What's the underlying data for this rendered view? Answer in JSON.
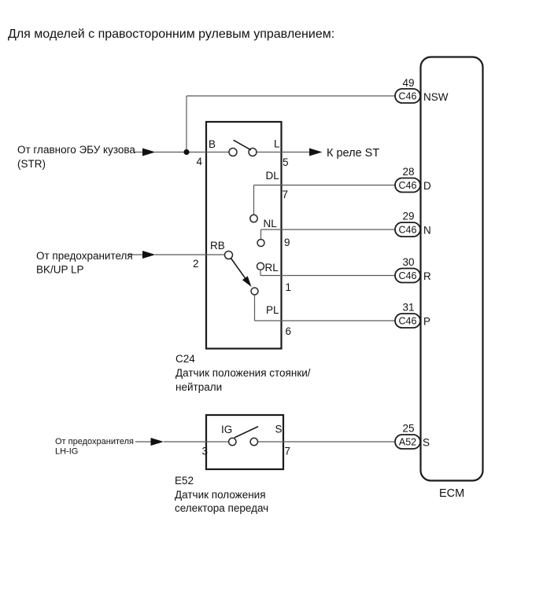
{
  "title": "Для моделей с правосторонним рулевым управлением:",
  "external_labels": {
    "main_body_ecu": {
      "line1": "От главного ЭБУ кузова",
      "line2": "(STR)"
    },
    "bkup_fuse": {
      "line1": "От предохранителя",
      "line2": "BK/UP LP"
    },
    "lhig_fuse": {
      "line1": "От предохранителя",
      "line2": "LH-IG"
    },
    "st_relay": "К реле ST"
  },
  "c24": {
    "code": "C24",
    "desc_line1": "Датчик положения стоянки/",
    "desc_line2": "нейтрали",
    "terminals": {
      "b": "B",
      "l": "L",
      "dl": "DL",
      "nl": "NL",
      "rb": "RB",
      "rl": "RL",
      "pl": "PL"
    },
    "pins": {
      "b": "4",
      "l": "5",
      "dl": "7",
      "nl": "9",
      "rb": "2",
      "rl": "1",
      "pl": "6"
    }
  },
  "e52": {
    "code": "E52",
    "desc_line1": "Датчик положения",
    "desc_line2": "селектора передач",
    "terminals": {
      "ig": "IG",
      "s": "S"
    },
    "pins": {
      "ig": "3",
      "s": "7"
    }
  },
  "ecm": {
    "label": "ECM",
    "pins": [
      {
        "number": "49",
        "connector": "C46",
        "terminal": "NSW"
      },
      {
        "number": "28",
        "connector": "C46",
        "terminal": "D"
      },
      {
        "number": "29",
        "connector": "C46",
        "terminal": "N"
      },
      {
        "number": "30",
        "connector": "C46",
        "terminal": "R"
      },
      {
        "number": "31",
        "connector": "C46",
        "terminal": "P"
      },
      {
        "number": "25",
        "connector": "A52",
        "terminal": "S"
      }
    ]
  },
  "colors": {
    "line": "#1b1b1b",
    "wire": "#5a5a5a",
    "text": "#111111",
    "background": "#ffffff"
  }
}
